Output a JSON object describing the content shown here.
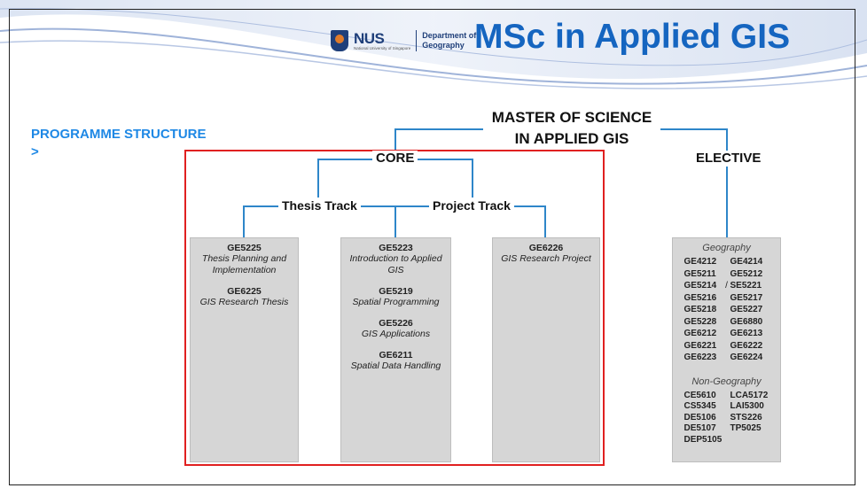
{
  "header": {
    "logo_text": "NUS",
    "logo_sub": "National University of Singapore",
    "department_line1": "Department of",
    "department_line2": "Geography",
    "title": "MSc in Applied GIS"
  },
  "sidebar": {
    "programme_structure": "PROGRAMME STRUCTURE",
    "arrow": ">"
  },
  "diagram": {
    "root_line1": "MASTER OF SCIENCE",
    "root_line2": "IN APPLIED GIS",
    "core": "CORE",
    "elective": "ELECTIVE",
    "thesis_track": "Thesis Track",
    "project_track": "Project Track"
  },
  "thesis_panel": [
    {
      "code": "GE5225",
      "title": "Thesis Planning and Implementation"
    },
    {
      "code": "GE6225",
      "title": "GIS Research Thesis"
    }
  ],
  "core_panel": [
    {
      "code": "GE5223",
      "title": "Introduction to Applied GIS"
    },
    {
      "code": "GE5219",
      "title": "Spatial Programming"
    },
    {
      "code": "GE5226",
      "title": "GIS Applications"
    },
    {
      "code": "GE6211",
      "title": "Spatial Data Handling"
    }
  ],
  "project_panel": [
    {
      "code": "GE6226",
      "title": "GIS Research Project"
    }
  ],
  "elective_panel": {
    "geography_label": "Geography",
    "geography_rows": [
      [
        "GE4212",
        "",
        "GE4214"
      ],
      [
        "GE5211",
        "",
        "GE5212"
      ],
      [
        "GE5214",
        "/",
        "SE5221"
      ],
      [
        "GE5216",
        "",
        "GE5217"
      ],
      [
        "GE5218",
        "",
        "GE5227"
      ],
      [
        "GE5228",
        "",
        "GE6880"
      ],
      [
        "GE6212",
        "",
        "GE6213"
      ],
      [
        "GE6221",
        "",
        "GE6222"
      ],
      [
        "GE6223",
        "",
        "GE6224"
      ]
    ],
    "non_geography_label": "Non-Geography",
    "non_geography_rows": [
      [
        "CE5610",
        "",
        "LCA5172"
      ],
      [
        "CS5345",
        "",
        "LAI5300"
      ],
      [
        "DE5106",
        "",
        "STS226"
      ],
      [
        "DE5107",
        "",
        "TP5025"
      ],
      [
        "DEP5105",
        "",
        ""
      ]
    ]
  }
}
